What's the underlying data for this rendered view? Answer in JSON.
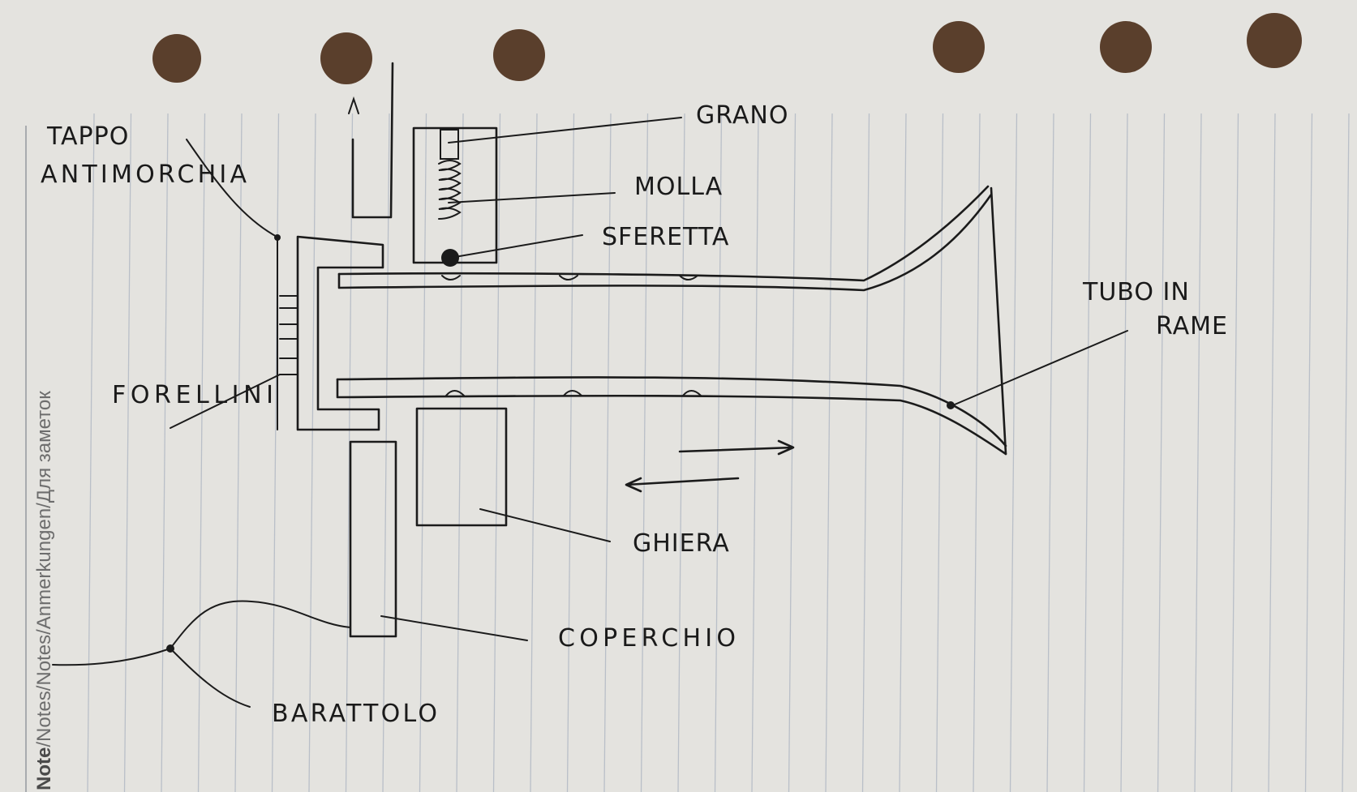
{
  "margin_label": {
    "bold": "Note",
    "rest": "/Notes/Notes/Anmerkungen/Для заметок"
  },
  "labels": {
    "tappo_line1": "TAPPO",
    "tappo_line2": "ANTIMORCHIA",
    "grano": "GRANO",
    "molla": "MOLLA",
    "sferetta": "SFERETTA",
    "tubo_line1": "TUBO IN",
    "tubo_line2": "RAME",
    "forellini": "FORELLINI",
    "ghiera": "GHIERA",
    "coperchio": "COPERCHIO",
    "barattolo": "BARATTOLO"
  },
  "colors": {
    "paper": "#e4e3df",
    "ink": "#1b1b1b",
    "rule_lines": "#b9bfc8",
    "punch_holes": "#5a3f2c"
  }
}
